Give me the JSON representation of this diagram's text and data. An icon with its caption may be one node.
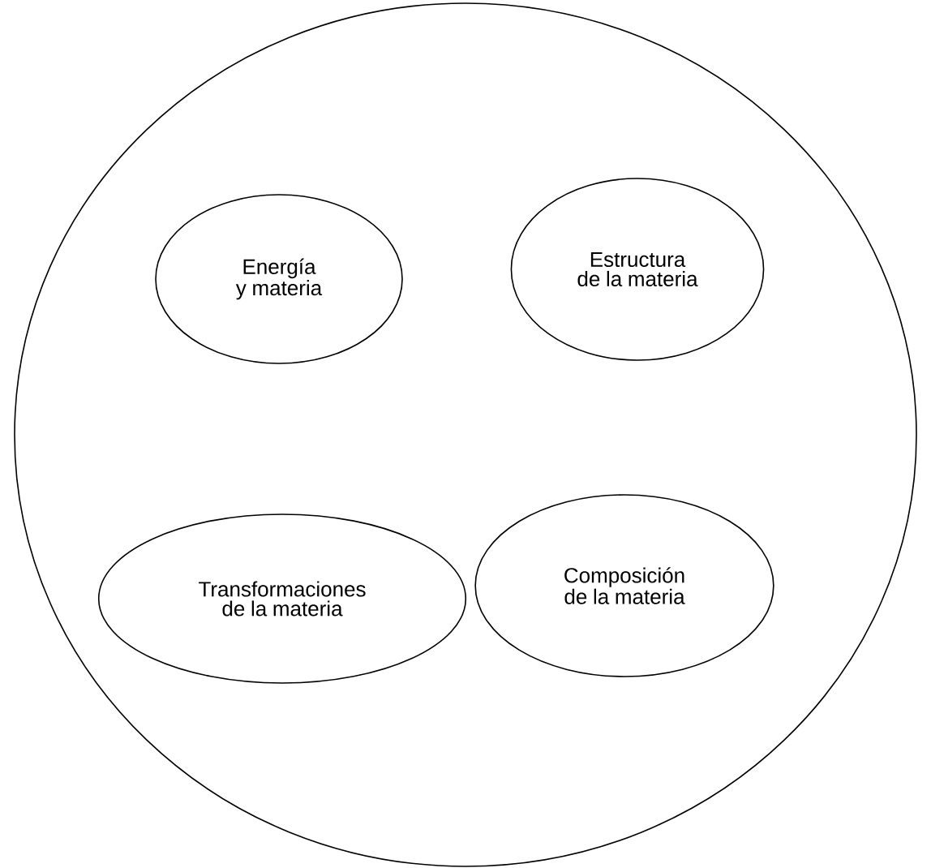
{
  "diagram": {
    "nodes": [
      {
        "text": [],
        "shape": "circle"
      },
      {
        "text": [
          "Energía y materia"
        ],
        "in": 0
      },
      {
        "text": [
          "Estructura de la materia"
        ],
        "in": 0
      },
      {
        "text": [
          "Transformaciones de la materia"
        ],
        "in": 0
      },
      {
        "text": [
          "Composición de la materia"
        ],
        "in": 0
      }
    ]
  }
}
